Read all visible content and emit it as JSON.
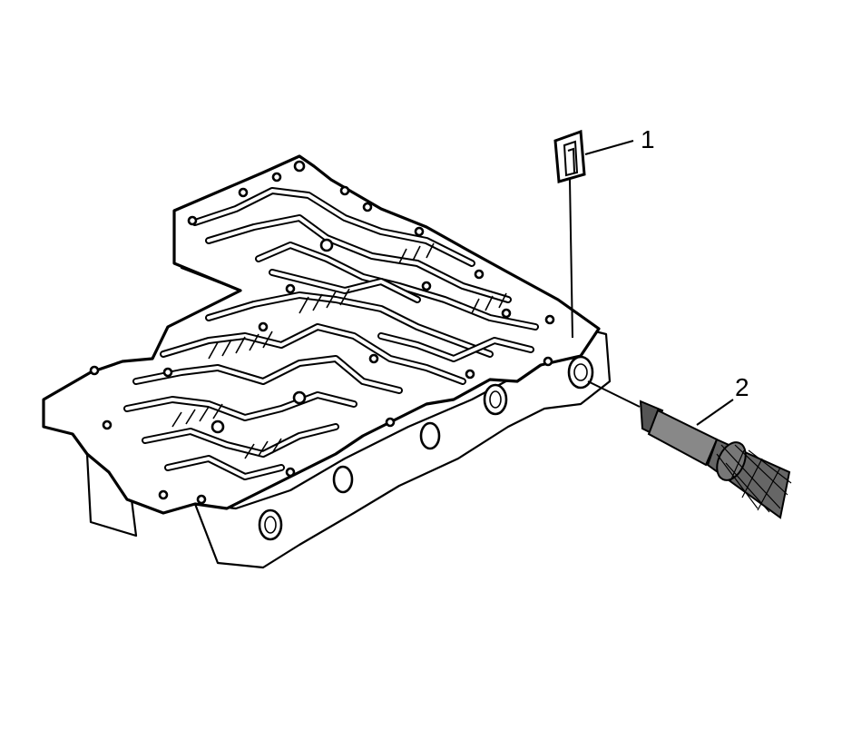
{
  "callouts": [
    {
      "id": 1,
      "label": "1"
    },
    {
      "id": 2,
      "label": "2"
    }
  ],
  "colors": {
    "line": "#000000",
    "background": "#ffffff"
  }
}
